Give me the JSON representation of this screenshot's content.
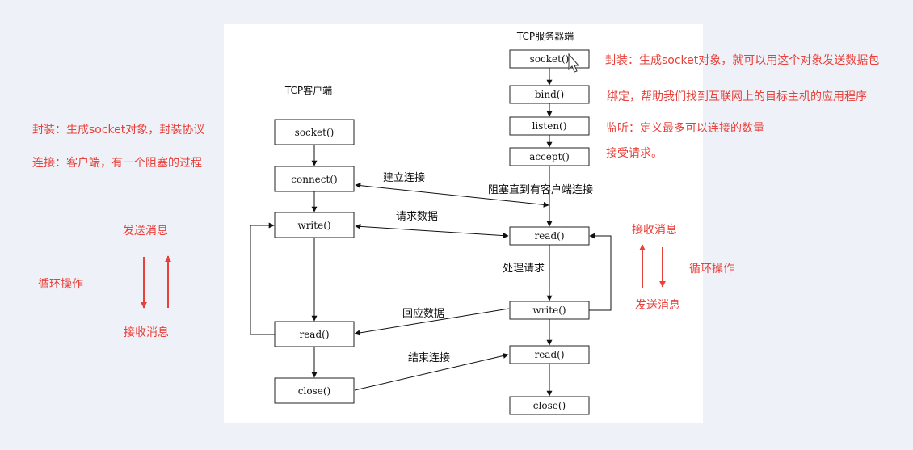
{
  "diagram": {
    "client_title": "TCP客户端",
    "server_title": "TCP服务器端",
    "client": {
      "socket": "socket()",
      "connect": "connect()",
      "write": "write()",
      "read": "read()",
      "close": "close()"
    },
    "server": {
      "socket": "socket()",
      "bind": "bind()",
      "listen": "listen()",
      "accept": "accept()",
      "read": "read()",
      "write": "write()",
      "read2": "read()",
      "close": "close()"
    },
    "edges": {
      "establish": "建立连接",
      "block": "阻塞直到有客户端连接",
      "request": "请求数据",
      "process": "处理请求",
      "reply": "回应数据",
      "end": "结束连接"
    }
  },
  "annotations": {
    "client_socket": "封装：生成socket对象，封装协议",
    "client_connect": "连接：客户端，有一个阻塞的过程",
    "client_send": "发送消息",
    "client_loop": "循环操作",
    "client_recv": "接收消息",
    "server_socket": "封装：生成socket对象，就可以用这个对象发送数据包",
    "server_bind": "绑定，帮助我们找到互联网上的目标主机的应用程序",
    "server_listen": "监听：定义最多可以连接的数量",
    "server_accept": "接受请求。",
    "server_recv": "接收消息",
    "server_loop": "循环操作",
    "server_send": "发送消息"
  },
  "colors": {
    "accent": "#e8403a",
    "panel": "#ffffff",
    "background": "#eef2f8"
  }
}
